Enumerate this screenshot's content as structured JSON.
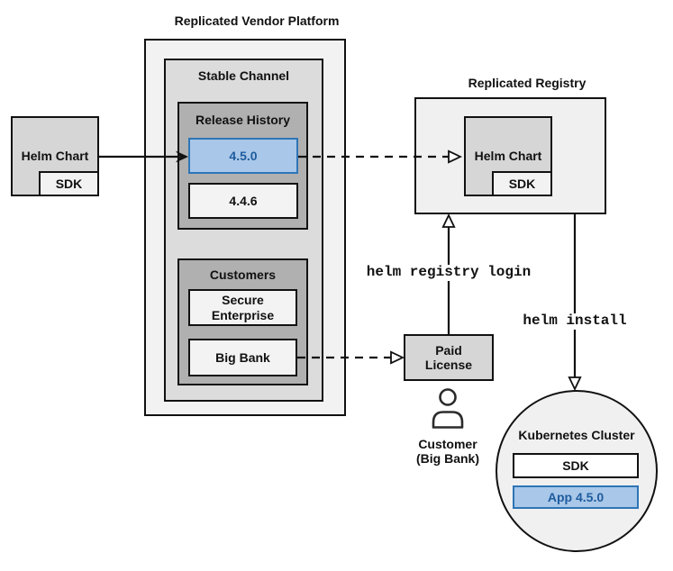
{
  "colors": {
    "hl-fill": "#a9c7e8",
    "hl-border": "#2e75b6",
    "hl-text": "#1e5c9e"
  },
  "platform": {
    "title": "Replicated Vendor Platform",
    "stable_channel_label": "Stable Channel",
    "release_history_label": "Release History",
    "releases": [
      {
        "version": "4.5.0"
      },
      {
        "version": "4.4.6"
      }
    ],
    "customers_label": "Customers",
    "customers": [
      {
        "name": "Secure\nEnterprise"
      },
      {
        "name": "Big Bank"
      }
    ]
  },
  "source_chart": {
    "label": "Helm Chart",
    "sdk": "SDK"
  },
  "registry": {
    "title": "Replicated Registry",
    "chart_label": "Helm Chart",
    "sdk": "SDK"
  },
  "license": {
    "label": "Paid\nLicense"
  },
  "customer_caption": "Customer\n(Big Bank)",
  "commands": {
    "login": "helm registry login",
    "install": "helm install"
  },
  "cluster": {
    "title": "Kubernetes Cluster",
    "sdk": "SDK",
    "app": "App 4.5.0"
  }
}
